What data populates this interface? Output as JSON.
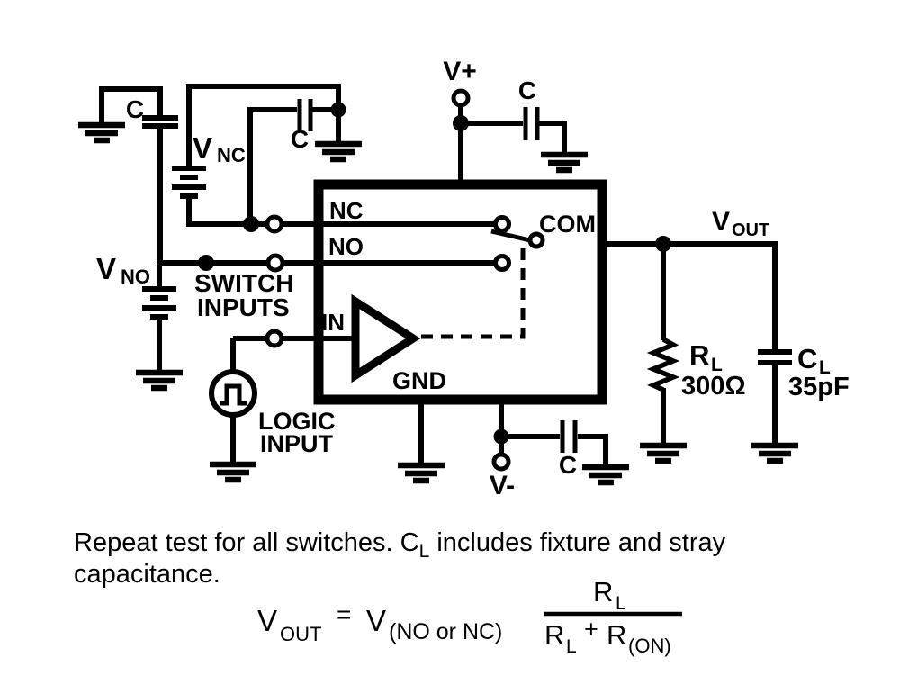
{
  "colors": {
    "ink": "#000000",
    "paper": "#ffffff"
  },
  "labels": {
    "v_plus": "V+",
    "v_minus": "V-",
    "cap": "C",
    "vnc": {
      "main": "V",
      "sub": "NC"
    },
    "vno": {
      "main": "V",
      "sub": "NO"
    },
    "switch_inputs": {
      "line1": "SWITCH",
      "line2": "INPUTS"
    },
    "logic_input": {
      "line1": "LOGIC",
      "line2": "INPUT"
    },
    "pins": {
      "nc": "NC",
      "no": "NO",
      "in": "IN",
      "gnd": "GND",
      "com": "COM"
    },
    "vout": {
      "main": "V",
      "sub": "OUT"
    },
    "rl": {
      "main": "R",
      "sub": "L",
      "value": "300Ω"
    },
    "cl": {
      "main": "C",
      "sub": "L",
      "value": "35pF"
    }
  },
  "notes": {
    "line1_pre": "Repeat test for all switches. C",
    "line1_sub": "L",
    "line1_post": " includes fixture and stray",
    "line2": "capacitance."
  },
  "formula": {
    "lhs": {
      "main": "V",
      "sub": "OUT"
    },
    "equals": "=",
    "source": {
      "main": "V",
      "sub": "(NO or NC)"
    },
    "numerator": {
      "main": "R",
      "sub": "L"
    },
    "denominator": {
      "r1": "R",
      "r1_sub": "L",
      "plus": "+",
      "r2": "R",
      "r2_sub": "(ON)"
    }
  }
}
